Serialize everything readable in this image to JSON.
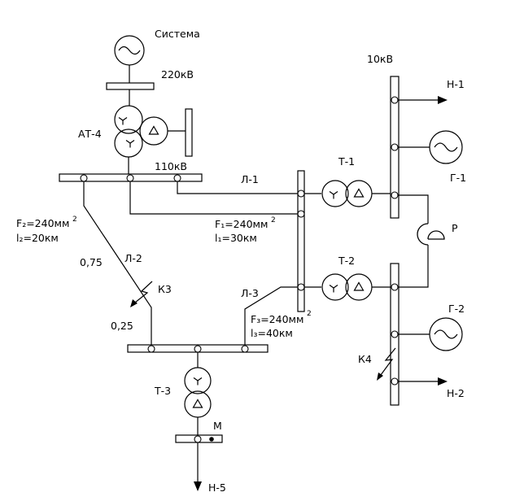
{
  "labels": {
    "system": "Система",
    "v220": "220кВ",
    "at4": "АТ-4",
    "v110": "110кВ",
    "v10": "10кВ",
    "l1": "Л-1",
    "l2": "Л-2",
    "l3": "Л-3",
    "t1": "Т-1",
    "t2": "Т-2",
    "t3": "Т-3",
    "g1": "Г-1",
    "g2": "Г-2",
    "n1": "Н-1",
    "n2": "Н-2",
    "n5": "Н-5",
    "r": "Р",
    "k3": "К3",
    "k4": "К4",
    "m": "М",
    "f2": "F₂=240мм",
    "l2_len": "l₂=20км",
    "f1": "F₁=240мм",
    "l1_len": "l₁=30км",
    "f3": "F₃=240мм",
    "l3_len": "l₃=40км",
    "sq": "2",
    "frac075": "0,75",
    "frac025": "0,25"
  }
}
